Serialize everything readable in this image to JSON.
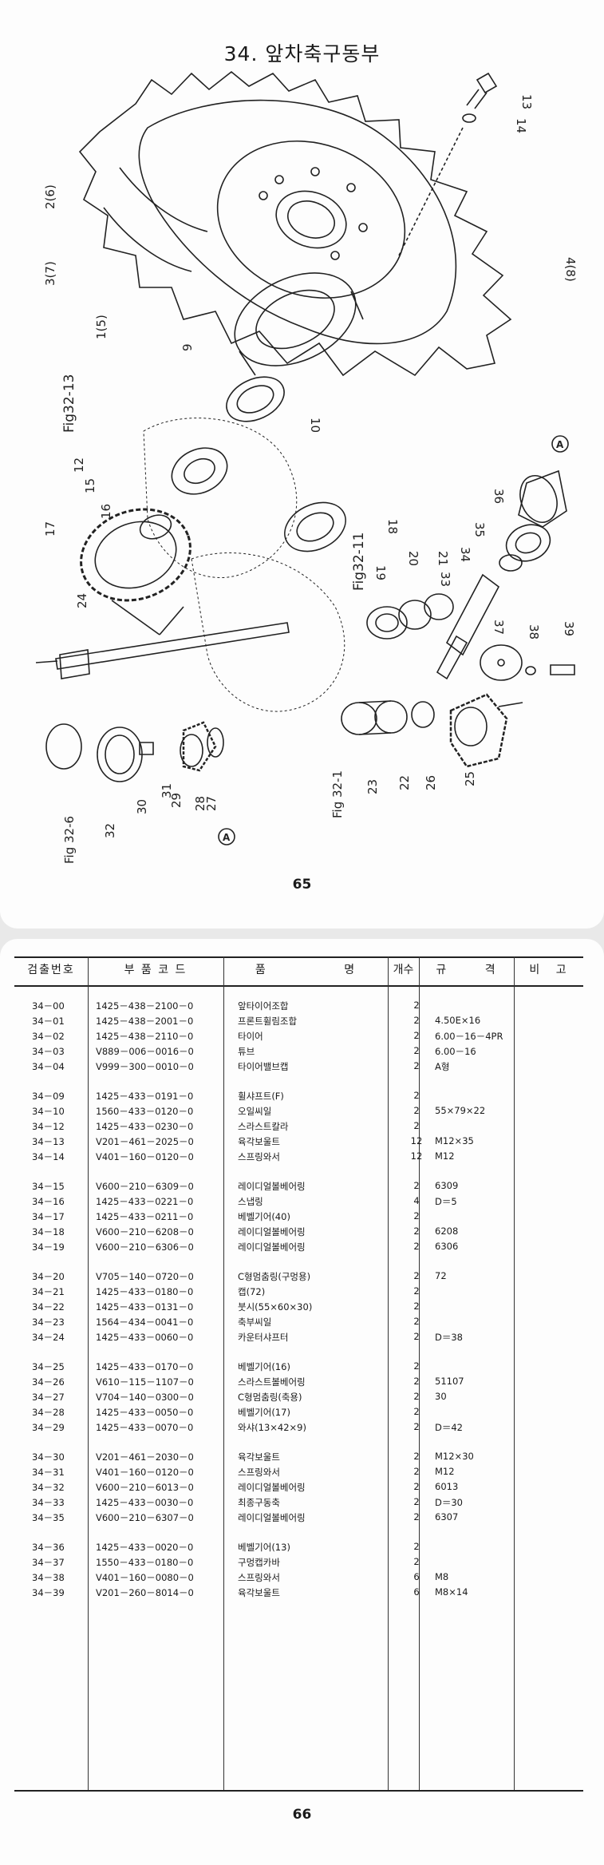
{
  "page_top": {
    "title": "34. 앞차축구동부",
    "page_number": "65",
    "callouts": {
      "c13": "13",
      "c14": "14",
      "c2": "2(6)",
      "c3": "3(7)",
      "c48": "4(8)",
      "c1": "1(5)",
      "c9": "9",
      "c10": "10",
      "c12": "12",
      "c15": "15",
      "c16": "16",
      "c17": "17",
      "c18": "18",
      "c24": "24",
      "c19": "19",
      "c20": "20",
      "c21": "21",
      "c33": "33",
      "c34": "34",
      "c35": "35",
      "c36": "36",
      "c37": "37",
      "c38": "38",
      "c39": "39",
      "c22": "22",
      "c23": "23",
      "c25": "25",
      "c26": "26",
      "c27": "27",
      "c28": "28",
      "c29": "29",
      "c31": "31",
      "c30": "30",
      "c32": "32",
      "cA": "A",
      "fig1": "Fig32-13",
      "fig2": "Fig32-11",
      "fig3": "Fig 32-1",
      "fig4": "Fig 32-6"
    }
  },
  "page_bottom": {
    "page_number": "66",
    "headers": {
      "no": "검출번호",
      "code": "부 품 코 드",
      "name": "품 명",
      "qty": "개수",
      "spec": "규 격",
      "note": "비 고"
    },
    "groups": [
      [
        {
          "no": "34－00",
          "code": "1425－438－2100－0",
          "name": "앞타이어조합",
          "qty": "2",
          "spec": ""
        },
        {
          "no": "34－01",
          "code": "1425－438－2001－0",
          "name": "프론트휠림조합",
          "qty": "2",
          "spec": "4.50E×16"
        },
        {
          "no": "34－02",
          "code": "1425－438－2110－0",
          "name": "타이어",
          "qty": "2",
          "spec": "6.00－16－4PR"
        },
        {
          "no": "34－03",
          "code": "V889－006－0016－0",
          "name": "튜브",
          "qty": "2",
          "spec": "6.00－16"
        },
        {
          "no": "34－04",
          "code": "V999－300－0010－0",
          "name": "타이어밸브캡",
          "qty": "2",
          "spec": "A형"
        }
      ],
      [
        {
          "no": "34－09",
          "code": "1425－433－0191－0",
          "name": "휠샤프트(F)",
          "qty": "2",
          "spec": ""
        },
        {
          "no": "34－10",
          "code": "1560－433－0120－0",
          "name": "오일씨일",
          "qty": "2",
          "spec": "55×79×22"
        },
        {
          "no": "34－12",
          "code": "1425－433－0230－0",
          "name": "스라스트칼라",
          "qty": "2",
          "spec": ""
        },
        {
          "no": "34－13",
          "code": "V201－461－2025－0",
          "name": "육각보울트",
          "qty": "12",
          "spec": "M12×35"
        },
        {
          "no": "34－14",
          "code": "V401－160－0120－0",
          "name": "스프링와서",
          "qty": "12",
          "spec": "M12"
        }
      ],
      [
        {
          "no": "34－15",
          "code": "V600－210－6309－0",
          "name": "레이디얼볼베어링",
          "qty": "2",
          "spec": "6309"
        },
        {
          "no": "34－16",
          "code": "1425－433－0221－0",
          "name": "스냅링",
          "qty": "4",
          "spec": "D＝5"
        },
        {
          "no": "34－17",
          "code": "1425－433－0211－0",
          "name": "베벨기어(40)",
          "qty": "2",
          "spec": ""
        },
        {
          "no": "34－18",
          "code": "V600－210－6208－0",
          "name": "레이디얼볼베어링",
          "qty": "2",
          "spec": "6208"
        },
        {
          "no": "34－19",
          "code": "V600－210－6306－0",
          "name": "레이디얼볼베어링",
          "qty": "2",
          "spec": "6306"
        }
      ],
      [
        {
          "no": "34－20",
          "code": "V705－140－0720－0",
          "name": "C형멈춤링(구멍용)",
          "qty": "2",
          "spec": "72"
        },
        {
          "no": "34－21",
          "code": "1425－433－0180－0",
          "name": "캡(72)",
          "qty": "2",
          "spec": ""
        },
        {
          "no": "34－22",
          "code": "1425－433－0131－0",
          "name": "붓시(55×60×30)",
          "qty": "2",
          "spec": ""
        },
        {
          "no": "34－23",
          "code": "1564－434－0041－0",
          "name": "축부씨일",
          "qty": "2",
          "spec": ""
        },
        {
          "no": "34－24",
          "code": "1425－433－0060－0",
          "name": "카운터샤프터",
          "qty": "2",
          "spec": "D＝38"
        }
      ],
      [
        {
          "no": "34－25",
          "code": "1425－433－0170－0",
          "name": "베벨기어(16)",
          "qty": "2",
          "spec": ""
        },
        {
          "no": "34－26",
          "code": "V610－115－1107－0",
          "name": "스라스트볼베어링",
          "qty": "2",
          "spec": "51107"
        },
        {
          "no": "34－27",
          "code": "V704－140－0300－0",
          "name": "C형멈춤링(축용)",
          "qty": "2",
          "spec": "30"
        },
        {
          "no": "34－28",
          "code": "1425－433－0050－0",
          "name": "베벨기어(17)",
          "qty": "2",
          "spec": ""
        },
        {
          "no": "34－29",
          "code": "1425－433－0070－0",
          "name": "와샤(13×42×9)",
          "qty": "2",
          "spec": "D＝42"
        }
      ],
      [
        {
          "no": "34－30",
          "code": "V201－461－2030－0",
          "name": "육각보울트",
          "qty": "2",
          "spec": "M12×30"
        },
        {
          "no": "34－31",
          "code": "V401－160－0120－0",
          "name": "스프링와서",
          "qty": "2",
          "spec": "M12"
        },
        {
          "no": "34－32",
          "code": "V600－210－6013－0",
          "name": "레이디얼볼베어링",
          "qty": "2",
          "spec": "6013"
        },
        {
          "no": "34－33",
          "code": "1425－433－0030－0",
          "name": "최종구동축",
          "qty": "2",
          "spec": "D＝30"
        },
        {
          "no": "34－35",
          "code": "V600－210－6307－0",
          "name": "레이디얼볼베어링",
          "qty": "2",
          "spec": "6307"
        }
      ],
      [
        {
          "no": "34－36",
          "code": "1425－433－0020－0",
          "name": "베벨기어(13)",
          "qty": "2",
          "spec": ""
        },
        {
          "no": "34－37",
          "code": "1550－433－0180－0",
          "name": "구멍캡카바",
          "qty": "2",
          "spec": ""
        },
        {
          "no": "34－38",
          "code": "V401－160－0080－0",
          "name": "스프링와서",
          "qty": "6",
          "spec": "M8"
        },
        {
          "no": "34－39",
          "code": "V201－260－8014－0",
          "name": "육각보울트",
          "qty": "6",
          "spec": "M8×14"
        }
      ]
    ]
  }
}
